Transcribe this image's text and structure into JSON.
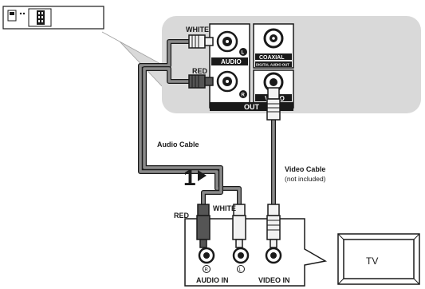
{
  "labels": {
    "white_top": "WHITE",
    "red_top": "RED",
    "audio_panel": "AUDIO",
    "coaxial": "COAXIAL",
    "digital_audio_out": "DIGITAL AUDIO OUT",
    "video_panel": "VIDEO",
    "out_bar": "OUT",
    "audio_cable": "Audio Cable",
    "step_number": "1",
    "video_cable": "Video Cable",
    "not_included": "(not included)",
    "red_bottom": "RED",
    "white_bottom": "WHITE",
    "audio_in": "AUDIO IN",
    "video_in": "VIDEO IN",
    "tv": "TV",
    "right_marker": "R",
    "left_marker": "L"
  },
  "colors": {
    "panel_gray": "#d9d9d9",
    "white_cable": "#f2f2f2",
    "red_cable": "#555555",
    "jack_black": "#1a1a1a"
  }
}
